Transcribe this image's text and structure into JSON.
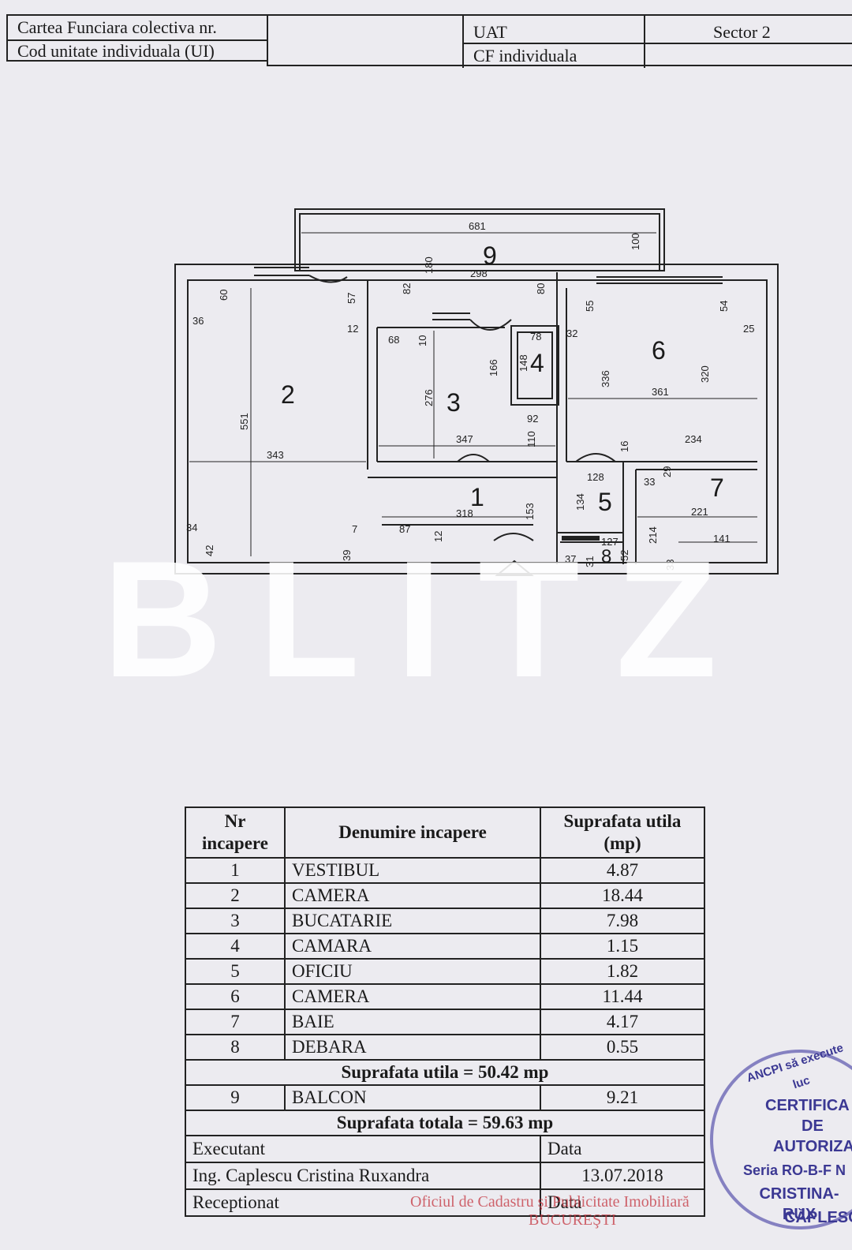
{
  "header": {
    "cf_colectiva_label": "Cartea Funciara colectiva nr.",
    "cod_ui_label": "Cod unitate individuala (UI)",
    "uat_label": "UAT",
    "cf_individuala_label": "CF individuala",
    "sector_label": "Sector 2"
  },
  "plan": {
    "room_numbers": [
      "1",
      "2",
      "3",
      "4",
      "5",
      "6",
      "7",
      "8",
      "9"
    ],
    "dimensions": [
      "681",
      "100",
      "180",
      "298",
      "82",
      "80",
      "57",
      "60",
      "36",
      "12",
      "551",
      "343",
      "34",
      "42",
      "7",
      "39",
      "87",
      "12",
      "68",
      "10",
      "276",
      "347",
      "166",
      "148",
      "78",
      "92",
      "110",
      "318",
      "153",
      "134",
      "128",
      "32",
      "55",
      "336",
      "361",
      "320",
      "54",
      "25",
      "16",
      "234",
      "33",
      "29",
      "221",
      "214",
      "141",
      "127",
      "37",
      "31",
      "52",
      "33"
    ]
  },
  "watermark": "BLITZ",
  "table": {
    "col_nr": "Nr incapere",
    "col_name": "Denumire incapere",
    "col_area": "Suprafata utila (mp)",
    "rows": [
      {
        "nr": "1",
        "name": "VESTIBUL",
        "area": "4.87"
      },
      {
        "nr": "2",
        "name": "CAMERA",
        "area": "18.44"
      },
      {
        "nr": "3",
        "name": "BUCATARIE",
        "area": "7.98"
      },
      {
        "nr": "4",
        "name": "CAMARA",
        "area": "1.15"
      },
      {
        "nr": "5",
        "name": "OFICIU",
        "area": "1.82"
      },
      {
        "nr": "6",
        "name": "CAMERA",
        "area": "11.44"
      },
      {
        "nr": "7",
        "name": "BAIE",
        "area": "4.17"
      },
      {
        "nr": "8",
        "name": "DEBARA",
        "area": "0.55"
      }
    ],
    "suprafata_utila": "Suprafata utila = 50.42 mp",
    "balcon": {
      "nr": "9",
      "name": "BALCON",
      "area": "9.21"
    },
    "suprafata_totala": "Suprafata totala = 59.63 mp",
    "executant_label": "Executant",
    "data_label": "Data",
    "executant_name": "Ing. Caplescu Cristina Ruxandra",
    "executant_date": "13.07.2018",
    "receptionat_label": "Receptionat",
    "receptionat_data_label": "Data"
  },
  "stamp": {
    "arc_text": "ANCPI să execute luc",
    "certifica": "CERTIFICA",
    "de": "DE",
    "autoriza": "AUTORIZA",
    "seria": "Seria RO-B-F N",
    "name1": "CRISTINA-RUX",
    "name2": "CĂPLESC",
    "office": "Oficiul de Cadastru şi Publicitate Imobiliară",
    "city": "BUCUREŞTI"
  }
}
